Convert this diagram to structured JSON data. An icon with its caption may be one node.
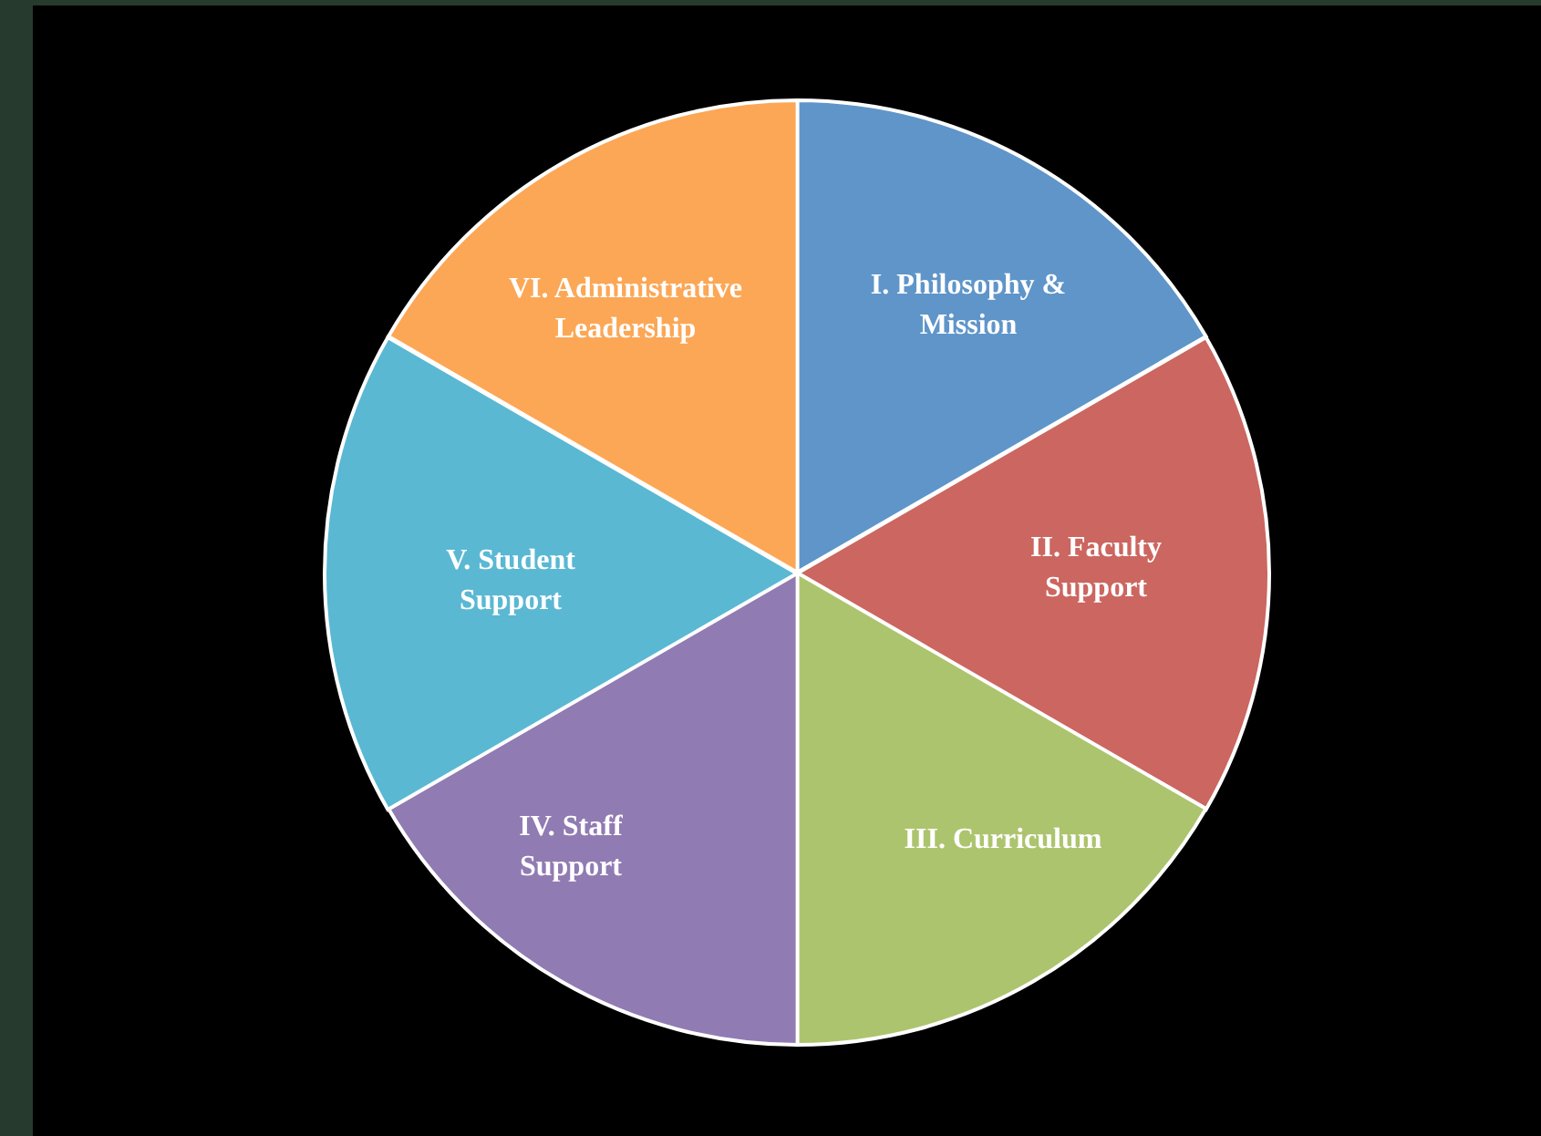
{
  "diagram": {
    "nodes": [
      {
        "text": [
          "I. Philosophy & Mission"
        ]
      },
      {
        "text": [
          "II. Faculty Support"
        ]
      },
      {
        "text": [
          "III. Curriculum"
        ]
      },
      {
        "text": [
          "IV. Staff Support"
        ]
      },
      {
        "text": [
          "V. Student Support"
        ]
      },
      {
        "text": [
          "VI. Administrative Leadership"
        ]
      }
    ]
  }
}
